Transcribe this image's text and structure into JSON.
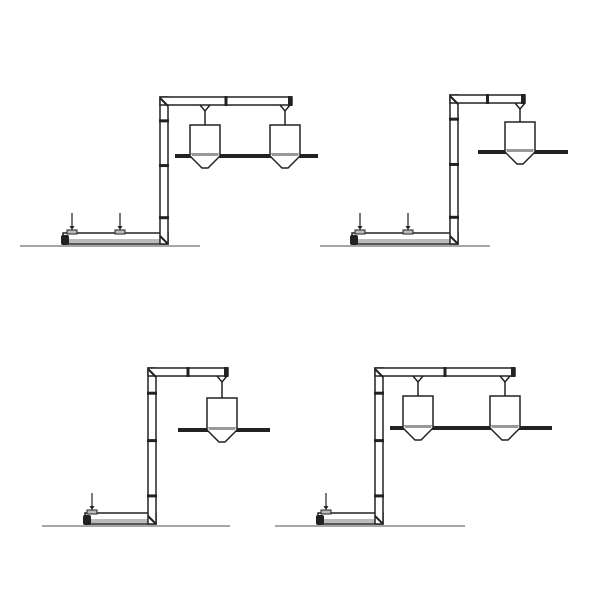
{
  "colors": {
    "line": "#222222",
    "ground": "#888888",
    "fill": "#ffffff",
    "hopper_fill": "#999999"
  },
  "configurations": [
    {
      "inlets": 2,
      "hoppers": 2
    },
    {
      "inlets": 2,
      "hoppers": 1
    },
    {
      "inlets": 1,
      "hoppers": 1
    },
    {
      "inlets": 1,
      "hoppers": 2
    }
  ]
}
